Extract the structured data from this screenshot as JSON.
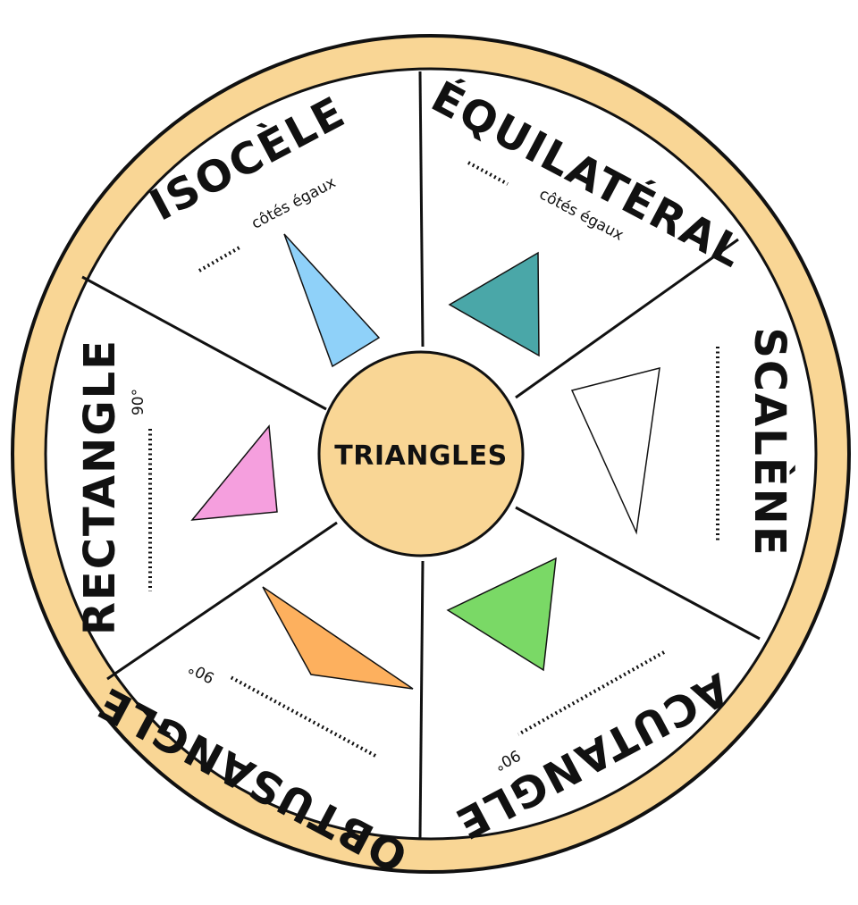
{
  "wheel": {
    "center_label": "TRIANGLES",
    "colors": {
      "rim": "#f9d695",
      "hub": "#f9d695",
      "outline": "#111111",
      "segment_fill": "#ffffff"
    },
    "segments": [
      {
        "title": "ISOCÈLE",
        "hint": "côtés égaux",
        "shape_color": "#8fd1f9"
      },
      {
        "title": "ÉQUILATÉRAL",
        "hint": "côtés égaux",
        "shape_color": "#4aa7a8"
      },
      {
        "title": "SCALÈNE",
        "hint": "",
        "shape_color": "#ffffff"
      },
      {
        "title": "ACUTANGLE",
        "hint": "90°",
        "shape_color": "#7ad966"
      },
      {
        "title": "OBTUSANGLE",
        "hint": "90°",
        "shape_color": "#fdb05e"
      },
      {
        "title": "RECTANGLE",
        "hint": "90°",
        "shape_color": "#f59fde"
      }
    ]
  }
}
